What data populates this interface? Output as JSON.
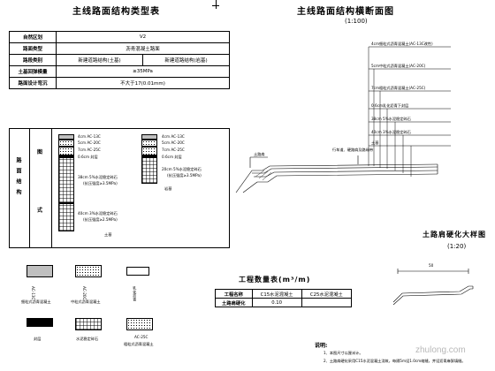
{
  "titles": {
    "left": "主线路面结构类型表",
    "right": "主线路面结构横断面图",
    "right_scale": "(1:100)",
    "detail": "土路肩硬化大样图",
    "detail_scale": "(1:20)",
    "quantity": "工程数量表(m³/m)"
  },
  "table": {
    "rows": [
      {
        "label": "自然区划",
        "value": "V2"
      },
      {
        "label": "路面类型",
        "value": "沥青混凝土路面"
      },
      {
        "label": "路段类别",
        "col1": "新建道路结构(土基)",
        "col2": "新建道路结构(岩基)"
      },
      {
        "label": "土基回弹模量",
        "value": "≥35MPa"
      },
      {
        "label": "路面设计弯沉",
        "value": "不大于17(0.01mm)"
      }
    ],
    "vertical_left": "路面结构",
    "vertical_right_top": "图",
    "vertical_right_bottom": "式"
  },
  "structure": {
    "soil": {
      "layers": [
        "4cm AC-13C",
        "5cm AC-20C",
        "7cm AC-25C",
        "0.6cm 封层"
      ],
      "base": "38cm 5%水泥稳定碎石",
      "base_note": "(抗压强度≥3.5MPa)",
      "subbase": "40cm 3%水泥稳定碎石",
      "subbase_note": "(抗压强度≥2.5MPa)",
      "foundation": "土基"
    },
    "rock": {
      "layers": [
        "4cm AC-13C",
        "5cm AC-20C",
        "7cm AC-25C",
        "0.6cm 封层"
      ],
      "base": "20cm 5%水泥稳定碎石",
      "base_note": "(抗压强度≥3.5MPa)",
      "foundation": "岩基"
    }
  },
  "cross_section": {
    "labels": [
      "4cm细粒式沥青混凝土(AC-13C改性)",
      "5cm中粒式沥青混凝土(AC-20C)",
      "7cm粗粒式沥青混凝土(AC-25C)",
      "0.6cm乳化沥青下封层",
      "38cm 5%水泥稳定碎石",
      "40cm 3%水泥稳定碎石",
      "土基"
    ],
    "road_label": "行车道、硬路肩及路缘带",
    "shoulder_label": "土路肩"
  },
  "detail": {
    "dim": "50"
  },
  "legend": [
    {
      "code": "AC-13C",
      "name": "细粒式沥青混凝土"
    },
    {
      "code": "AC-20C",
      "name": "中粒式沥青混凝土"
    },
    {
      "code": "",
      "name": "乳化沥青"
    },
    {
      "code": "",
      "name": "封层"
    },
    {
      "code": "",
      "name": "水泥稳定碎石"
    },
    {
      "code": "AC-25C",
      "name": "粗粒式沥青混凝土"
    }
  ],
  "quantity": {
    "headers": [
      "工程名称",
      "C15水泥混凝土",
      "C25水泥混凝土"
    ],
    "row": [
      "土路肩硬化",
      "0.10",
      ""
    ]
  },
  "notes": {
    "title": "说明:",
    "items": [
      "1、本图尺寸以厘米计。",
      "2、土路肩硬化采用C15水泥混凝土浇筑，每隔5m设1.0cm缩缝，并设沥青麻絮填缝。"
    ]
  },
  "watermark": "zhulong.com"
}
